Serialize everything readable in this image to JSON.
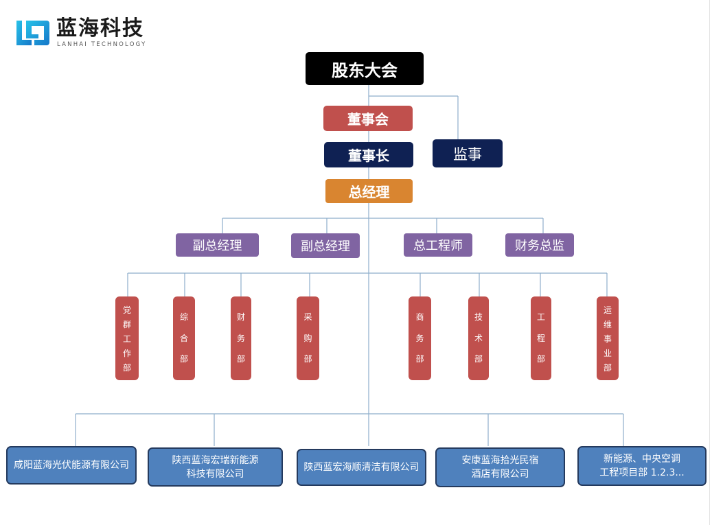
{
  "logo": {
    "name_cn": "蓝海科技",
    "name_en": "LANHAI TECHNOLOGY",
    "brand_color": "#1aa7d8"
  },
  "org": {
    "shareholders": "股东大会",
    "board": "董事会",
    "chairman": "董事长",
    "supervisor": "监事",
    "general_manager": "总经理",
    "executives": [
      "副总经理",
      "副总经理",
      "总工程师",
      "财务总监"
    ],
    "departments": [
      "党群工作部",
      "综合部",
      "财务部",
      "采购部",
      "商务部",
      "技术部",
      "工程部",
      "运维事业部"
    ],
    "companies": [
      "咸阳蓝海光伏能源有限公司",
      "陕西蓝海宏瑞新能源\n科技有限公司",
      "陕西蓝宏海顺清洁有限公司",
      "安康蓝海拾光民宿\n酒店有限公司",
      "新能源、中央空调\n工程项目部 1.2.3..."
    ]
  },
  "colors": {
    "shareholders": "#000000",
    "board": "#c0504d",
    "chairman": "#0f2153",
    "general_manager": "#d98530",
    "executives": "#8064a2",
    "departments": "#c0504d",
    "companies": "#4f81bd",
    "connectors": "#8eaecb"
  }
}
